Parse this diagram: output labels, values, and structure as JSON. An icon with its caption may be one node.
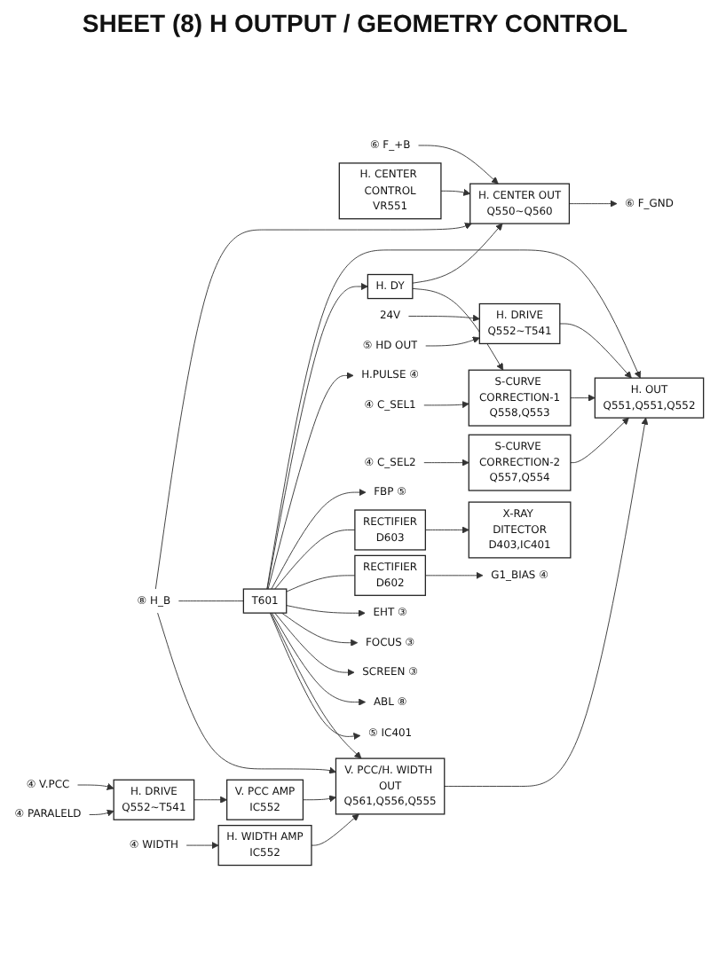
{
  "diagram": {
    "title": "SHEET (8) H OUTPUT / GEOMETRY CONTROL",
    "nodes": [
      {
        "text": [
          "⑥ F_+B"
        ]
      },
      {
        "text": [
          "⑥ F_GND"
        ]
      },
      {
        "text": [
          "H. CENTER CONTROL",
          "VR551"
        ]
      },
      {
        "text": [
          "H. CENTER OUT",
          "Q550~Q560"
        ]
      },
      {
        "text": [
          "H. DY"
        ]
      },
      {
        "text": [
          "H.PULSE ④"
        ]
      },
      {
        "text": [
          "FBP ⑤"
        ]
      },
      {
        "text": [
          "24V"
        ]
      },
      {
        "text": [
          "⑤ HD OUT"
        ]
      },
      {
        "text": [
          "H. DRIVE",
          "Q552~T541"
        ]
      },
      {
        "text": [
          "H. OUT",
          "Q551,Q551,Q552"
        ]
      },
      {
        "text": [
          "T601"
        ]
      },
      {
        "text": [
          "RECTIFIER",
          "D603"
        ]
      },
      {
        "text": [
          "⑧ H_B"
        ]
      },
      {
        "text": [
          "④ C_SEL1"
        ]
      },
      {
        "text": [
          "④ C_SEL2"
        ]
      },
      {
        "text": [
          "S-CURVE CORRECTION-1",
          "Q558,Q553"
        ]
      },
      {
        "text": [
          "RECTIFIER",
          "D602"
        ]
      },
      {
        "text": [
          "G1_BIAS ④"
        ]
      },
      {
        "text": [
          "S-CURVE CORRECTION-2",
          "Q557,Q554"
        ]
      },
      {
        "text": [
          "EHT ③"
        ]
      },
      {
        "text": [
          "FOCUS ③"
        ]
      },
      {
        "text": [
          "SCREEN ③"
        ]
      },
      {
        "text": [
          "④ V.PCC"
        ]
      },
      {
        "text": [
          "④ PARALELD"
        ]
      },
      {
        "text": [
          "H. DRIVE",
          "Q552~T541"
        ]
      },
      {
        "text": [
          "V. PCC AMP",
          "IC552"
        ]
      },
      {
        "text": [
          "H. WIDTH AMP",
          "IC552"
        ]
      },
      {
        "text": [
          "V. PCC/H. WIDTH OUT",
          "Q561,Q556,Q555"
        ]
      },
      {
        "text": [
          "ABL ⑧"
        ]
      },
      {
        "text": [
          "④ WIDTH"
        ]
      },
      {
        "text": [
          "⑤ IC401"
        ]
      },
      {
        "text": [
          "X-RAY DITECTOR",
          "D403,IC401"
        ]
      }
    ],
    "edges": [
      {
        "from": 0,
        "to": 3,
        "arrow": "to"
      },
      {
        "from": 3,
        "to": 1,
        "arrow": "to"
      },
      {
        "from": 2,
        "to": 3,
        "arrow": "to"
      },
      {
        "from": 4,
        "to": 3,
        "arrow": "to"
      },
      {
        "from": 13,
        "to": 3,
        "arrow": "to"
      },
      {
        "from": 7,
        "to": 9,
        "arrow": "to"
      },
      {
        "from": 8,
        "to": 9,
        "arrow": "to"
      },
      {
        "from": 9,
        "to": 10,
        "arrow": "to"
      },
      {
        "from": 11,
        "to": 10,
        "arrow": "to"
      },
      {
        "from": 11,
        "to": 4,
        "arrow": "to"
      },
      {
        "from": 4,
        "to": 16,
        "arrow": "to"
      },
      {
        "from": 14,
        "to": 16,
        "arrow": "to"
      },
      {
        "from": 15,
        "to": 19,
        "arrow": "to"
      },
      {
        "from": 16,
        "to": 10,
        "arrow": "to"
      },
      {
        "from": 19,
        "to": 10,
        "arrow": "to"
      },
      {
        "from": 13,
        "to": 11,
        "arrow": "none"
      },
      {
        "from": 13,
        "to": 28,
        "arrow": "to"
      },
      {
        "from": 11,
        "to": 5,
        "arrow": "to"
      },
      {
        "from": 11,
        "to": 6,
        "arrow": "to"
      },
      {
        "from": 11,
        "to": 12,
        "arrow": "none"
      },
      {
        "from": 12,
        "to": 32,
        "arrow": "to"
      },
      {
        "from": 11,
        "to": 17,
        "arrow": "none"
      },
      {
        "from": 17,
        "to": 18,
        "arrow": "to"
      },
      {
        "from": 11,
        "to": 20,
        "arrow": "to"
      },
      {
        "from": 11,
        "to": 21,
        "arrow": "to"
      },
      {
        "from": 11,
        "to": 22,
        "arrow": "to"
      },
      {
        "from": 11,
        "to": 29,
        "arrow": "to"
      },
      {
        "from": 11,
        "to": 28,
        "arrow": "to"
      },
      {
        "from": 11,
        "to": 31,
        "arrow": "to"
      },
      {
        "from": 28,
        "to": 10,
        "arrow": "to"
      },
      {
        "from": 23,
        "to": 25,
        "arrow": "to"
      },
      {
        "from": 24,
        "to": 25,
        "arrow": "to"
      },
      {
        "from": 25,
        "to": 26,
        "arrow": "to"
      },
      {
        "from": 26,
        "to": 28,
        "arrow": "to"
      },
      {
        "from": 27,
        "to": 28,
        "arrow": "to"
      },
      {
        "from": 30,
        "to": 27,
        "arrow": "to"
      }
    ]
  }
}
